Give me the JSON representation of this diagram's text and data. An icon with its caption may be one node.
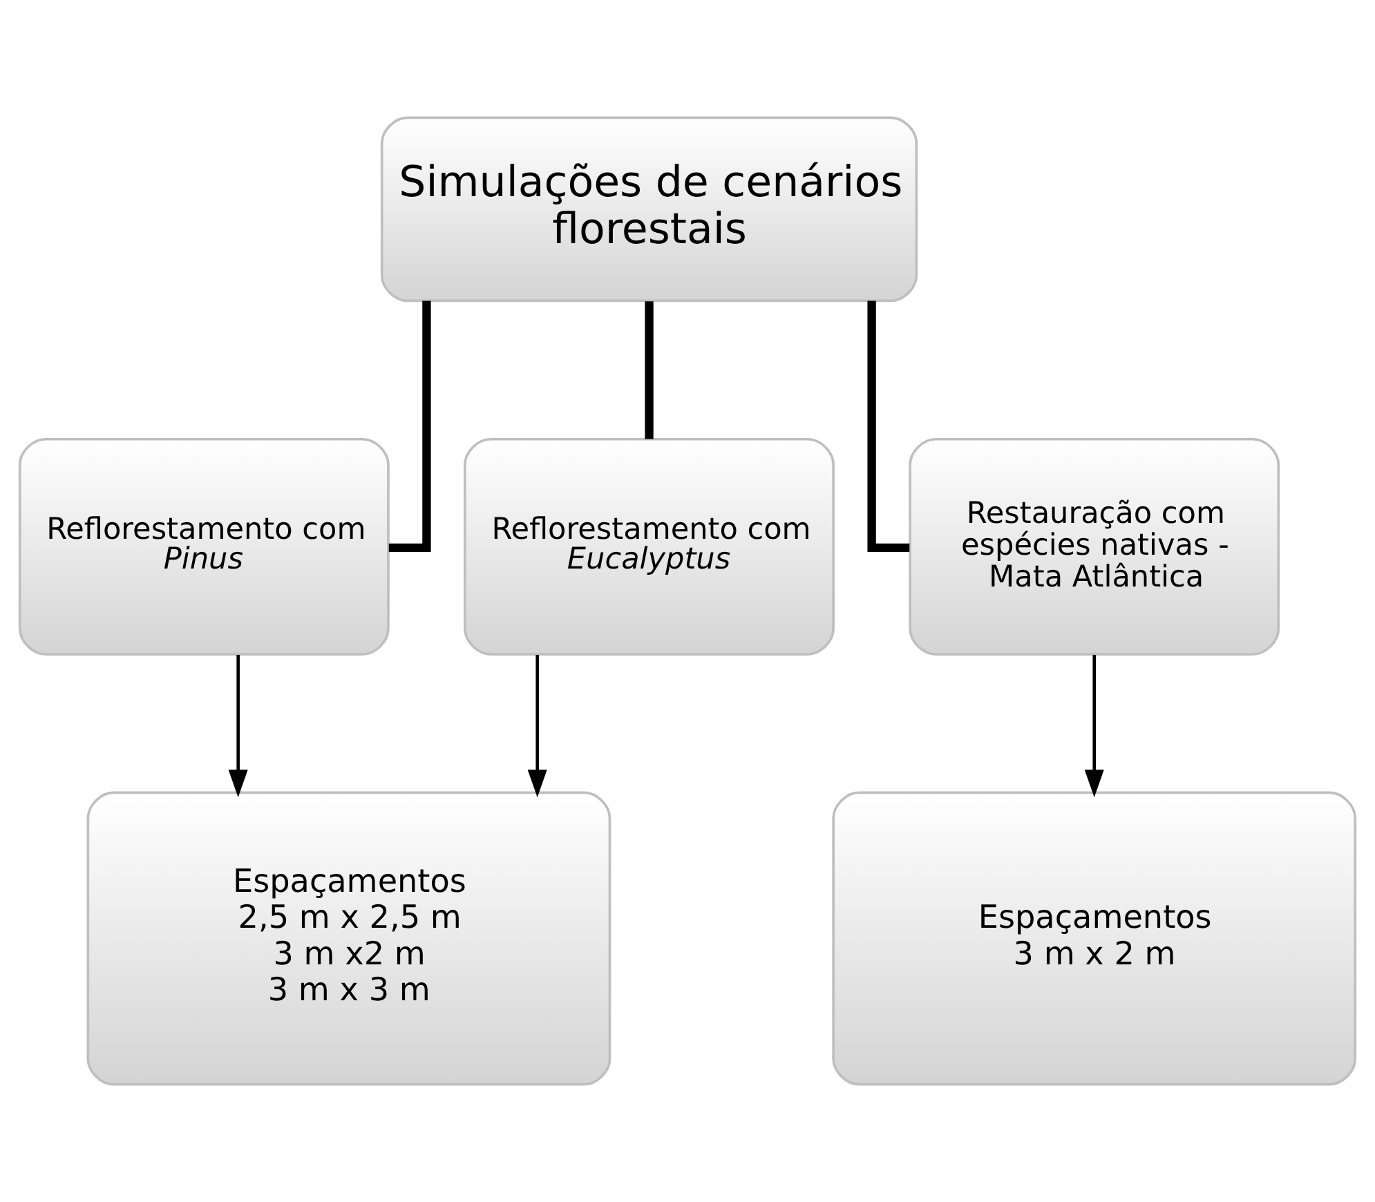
{
  "diagram": {
    "nodes": [
      {
        "text": [
          "Simulações de cenários florestais"
        ]
      },
      {
        "text": [
          "Reflorestamento com *Pinus*"
        ]
      },
      {
        "text": [
          "Reflorestamento com *Eucalyptus*"
        ]
      },
      {
        "text": [
          "Restauração com espécies nativas - Mata Atlântica"
        ]
      },
      {
        "text": [
          "Espaçamentos",
          "2,5 m x 2,5 m",
          "3 m x2 m",
          "3 m x 3 m"
        ]
      },
      {
        "text": [
          "Espaçamentos",
          "3 m x 2 m"
        ]
      }
    ],
    "edges": [
      {
        "from": 0,
        "to": 1,
        "arrow": "none",
        "style": "thick"
      },
      {
        "from": 0,
        "to": 2,
        "arrow": "none",
        "style": "thick"
      },
      {
        "from": 0,
        "to": 3,
        "arrow": "none",
        "style": "thick"
      },
      {
        "from": 1,
        "to": 4,
        "arrow": "to"
      },
      {
        "from": 2,
        "to": 4,
        "arrow": "to"
      },
      {
        "from": 3,
        "to": 5,
        "arrow": "to"
      }
    ]
  }
}
